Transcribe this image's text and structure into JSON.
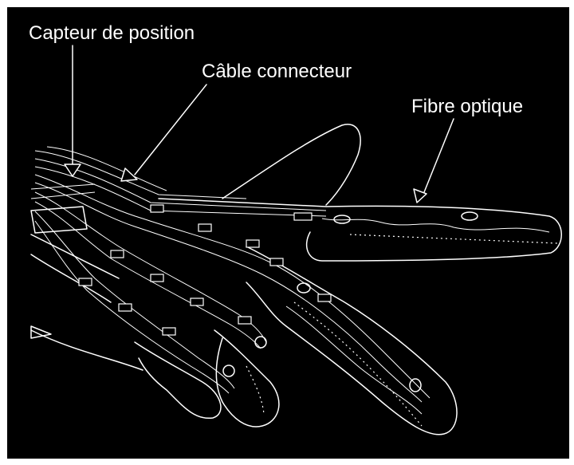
{
  "labels": {
    "position_sensor": "Capteur de position",
    "connector_cable": "Câble connecteur",
    "optical_fiber": "Fibre optique"
  },
  "colors": {
    "background": "#000000",
    "line": "#ffffff",
    "page_margin": "#ffffff"
  }
}
